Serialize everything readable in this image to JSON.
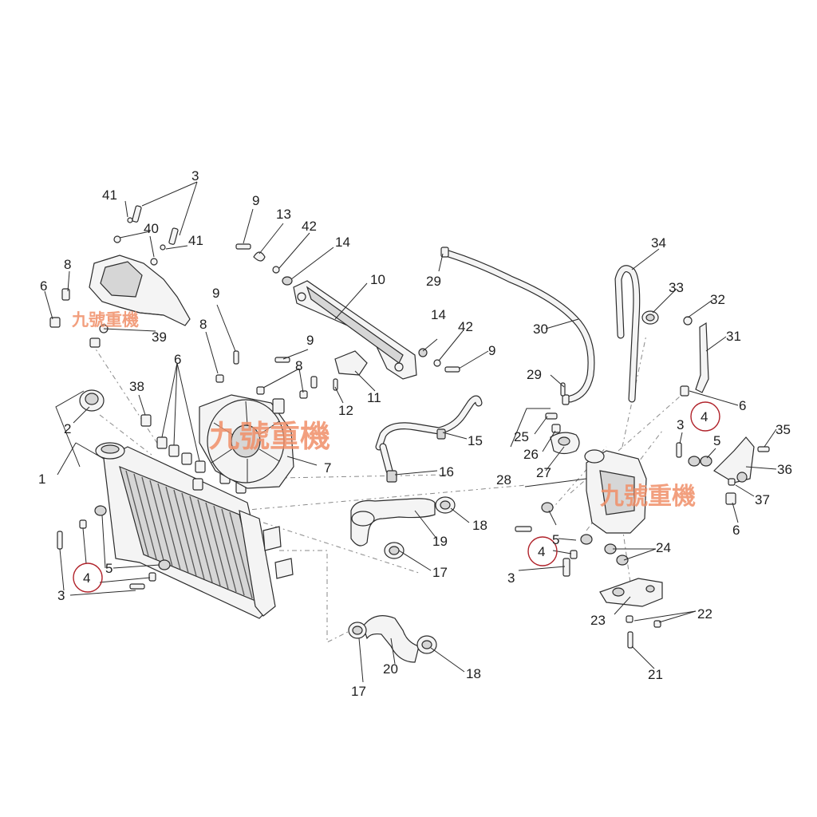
{
  "watermark": "九號重機",
  "callouts": [
    {
      "id": "c1",
      "text": "1"
    },
    {
      "id": "c2",
      "text": "2"
    },
    {
      "id": "c3a",
      "text": "3"
    },
    {
      "id": "c3b",
      "text": "3"
    },
    {
      "id": "c3c",
      "text": "3"
    },
    {
      "id": "c3d",
      "text": "3"
    },
    {
      "id": "c4a",
      "text": "4"
    },
    {
      "id": "c4b",
      "text": "4"
    },
    {
      "id": "c4c",
      "text": "4"
    },
    {
      "id": "c5a",
      "text": "5"
    },
    {
      "id": "c5b",
      "text": "5"
    },
    {
      "id": "c5c",
      "text": "5"
    },
    {
      "id": "c6a",
      "text": "6"
    },
    {
      "id": "c6b",
      "text": "6"
    },
    {
      "id": "c6c",
      "text": "6"
    },
    {
      "id": "c6d",
      "text": "6"
    },
    {
      "id": "c7",
      "text": "7"
    },
    {
      "id": "c8a",
      "text": "8"
    },
    {
      "id": "c8b",
      "text": "8"
    },
    {
      "id": "c8c",
      "text": "8"
    },
    {
      "id": "c9a",
      "text": "9"
    },
    {
      "id": "c9b",
      "text": "9"
    },
    {
      "id": "c9c",
      "text": "9"
    },
    {
      "id": "c9d",
      "text": "9"
    },
    {
      "id": "c10",
      "text": "10"
    },
    {
      "id": "c11",
      "text": "11"
    },
    {
      "id": "c12",
      "text": "12"
    },
    {
      "id": "c13",
      "text": "13"
    },
    {
      "id": "c14a",
      "text": "14"
    },
    {
      "id": "c14b",
      "text": "14"
    },
    {
      "id": "c15",
      "text": "15"
    },
    {
      "id": "c16",
      "text": "16"
    },
    {
      "id": "c17a",
      "text": "17"
    },
    {
      "id": "c17b",
      "text": "17"
    },
    {
      "id": "c18a",
      "text": "18"
    },
    {
      "id": "c18b",
      "text": "18"
    },
    {
      "id": "c19",
      "text": "19"
    },
    {
      "id": "c20",
      "text": "20"
    },
    {
      "id": "c21",
      "text": "21"
    },
    {
      "id": "c22",
      "text": "22"
    },
    {
      "id": "c23",
      "text": "23"
    },
    {
      "id": "c24",
      "text": "24"
    },
    {
      "id": "c25",
      "text": "25"
    },
    {
      "id": "c26",
      "text": "26"
    },
    {
      "id": "c27",
      "text": "27"
    },
    {
      "id": "c28",
      "text": "28"
    },
    {
      "id": "c29a",
      "text": "29"
    },
    {
      "id": "c29b",
      "text": "29"
    },
    {
      "id": "c30",
      "text": "30"
    },
    {
      "id": "c31",
      "text": "31"
    },
    {
      "id": "c32",
      "text": "32"
    },
    {
      "id": "c33",
      "text": "33"
    },
    {
      "id": "c34",
      "text": "34"
    },
    {
      "id": "c35",
      "text": "35"
    },
    {
      "id": "c36",
      "text": "36"
    },
    {
      "id": "c37",
      "text": "37"
    },
    {
      "id": "c38",
      "text": "38"
    },
    {
      "id": "c39",
      "text": "39"
    },
    {
      "id": "c40",
      "text": "40"
    },
    {
      "id": "c41a",
      "text": "41"
    },
    {
      "id": "c41b",
      "text": "41"
    },
    {
      "id": "c42a",
      "text": "42"
    },
    {
      "id": "c42b",
      "text": "42"
    }
  ],
  "highlighted_callout_color": "#b0222a",
  "watermark_color": "#f08e67"
}
